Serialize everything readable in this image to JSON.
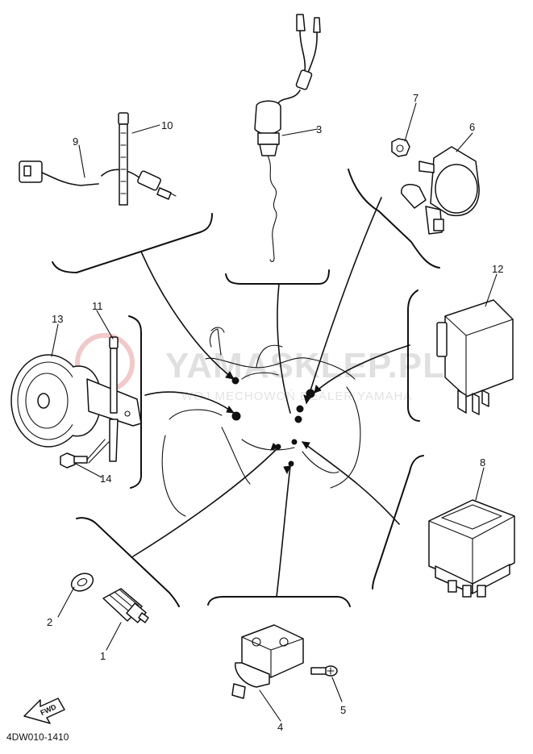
{
  "diagram_code": "4DW010-1410",
  "fwd_label": "FWD",
  "watermark": {
    "main": "YAMASKLEP.PL",
    "sub": "WOJ MECHOWOŃ DEALER YAMAHA"
  },
  "callouts": [
    {
      "id": "1",
      "label": "1"
    },
    {
      "id": "2",
      "label": "2"
    },
    {
      "id": "3",
      "label": "3"
    },
    {
      "id": "4",
      "label": "4"
    },
    {
      "id": "5",
      "label": "5"
    },
    {
      "id": "6",
      "label": "6"
    },
    {
      "id": "7",
      "label": "7"
    },
    {
      "id": "8",
      "label": "8"
    },
    {
      "id": "9",
      "label": "9"
    },
    {
      "id": "10",
      "label": "10"
    },
    {
      "id": "11",
      "label": "11"
    },
    {
      "id": "12",
      "label": "12"
    },
    {
      "id": "13",
      "label": "13"
    },
    {
      "id": "14",
      "label": "14"
    }
  ]
}
